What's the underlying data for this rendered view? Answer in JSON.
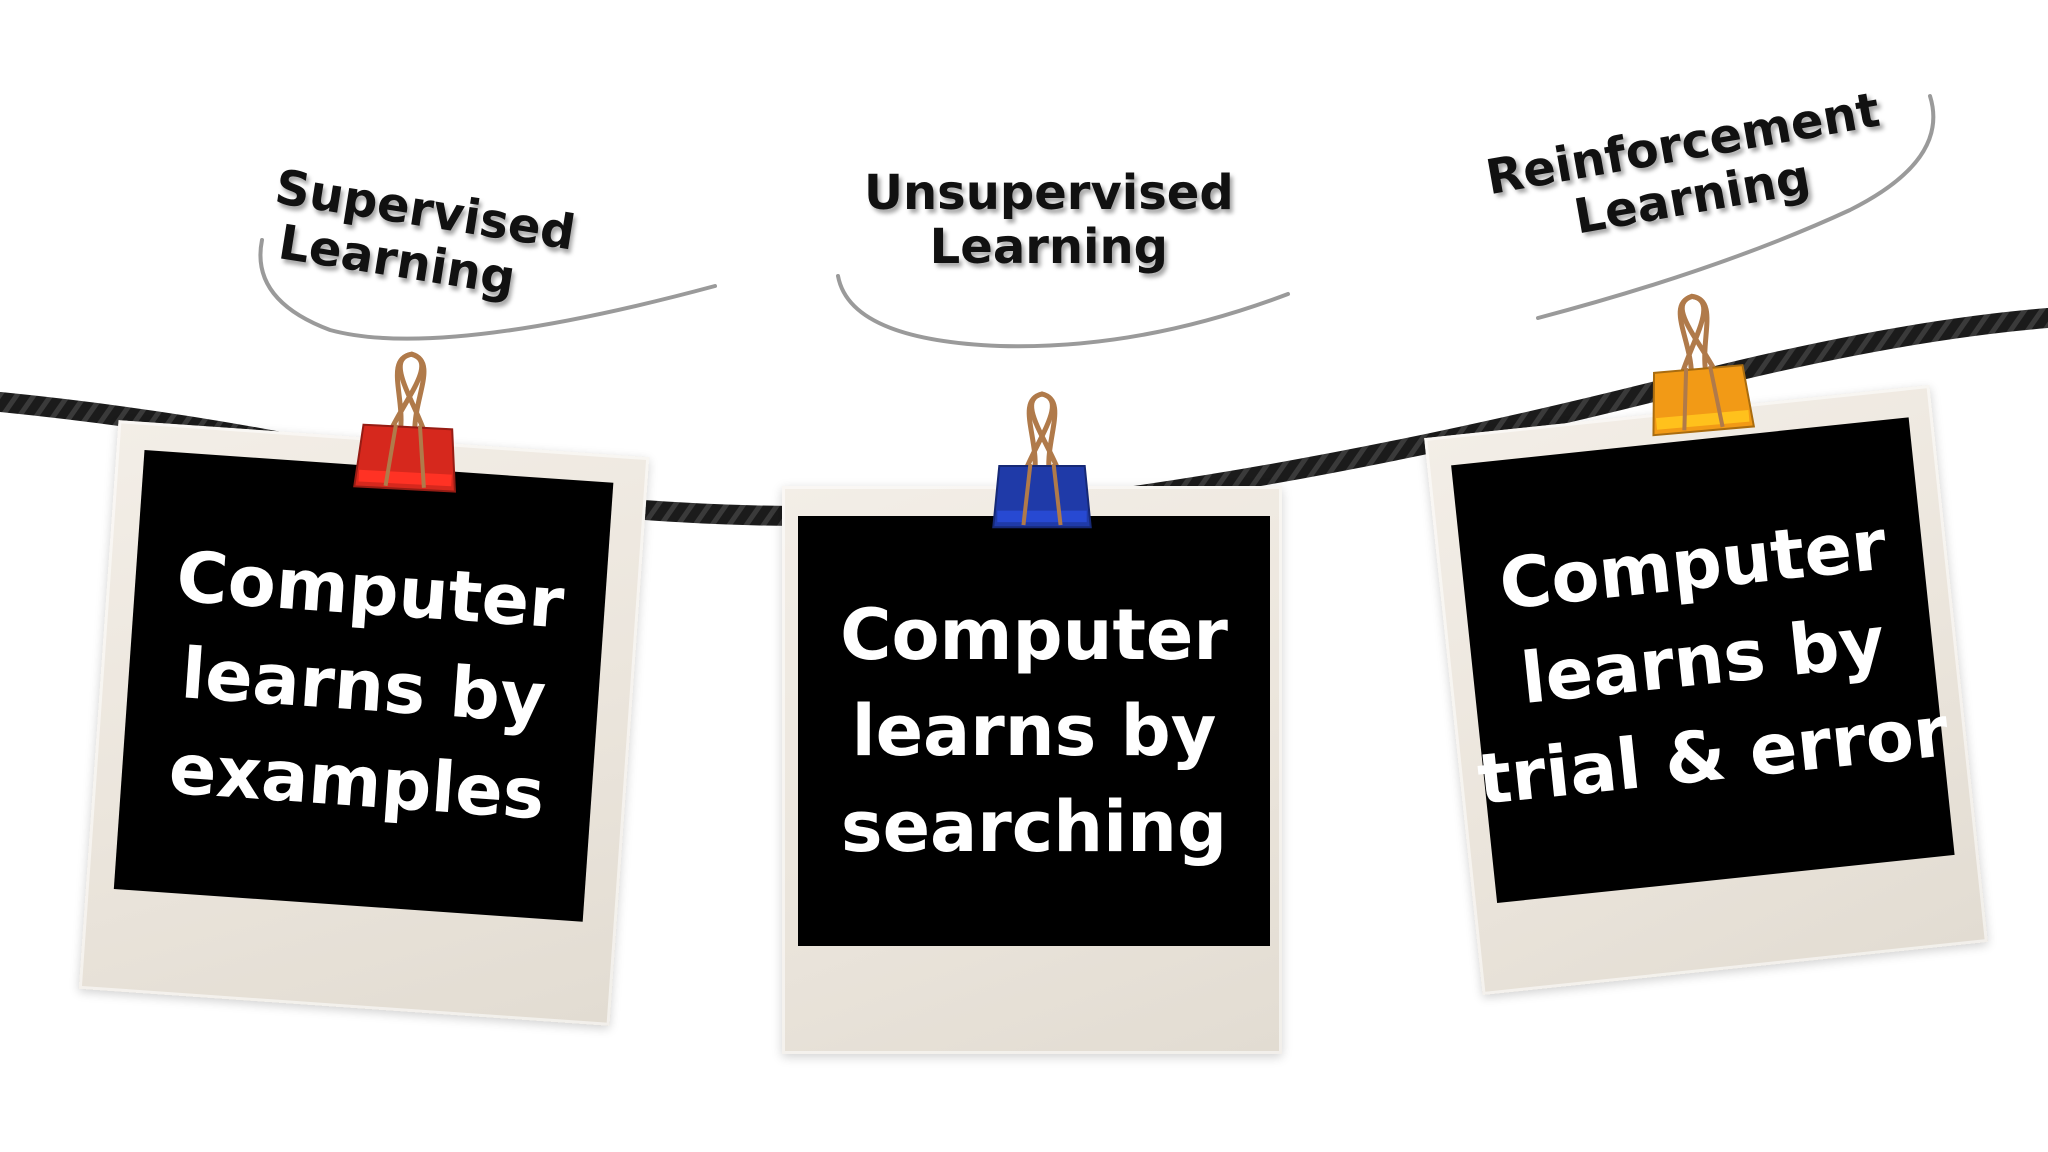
{
  "categories": [
    {
      "heading": [
        "Supervised",
        "Learning"
      ],
      "description": [
        "Computer",
        "learns by",
        "examples"
      ],
      "clip_color": "#d6281d",
      "clip_icon": "binder-clip-icon"
    },
    {
      "heading": [
        "Unsupervised",
        "Learning"
      ],
      "description": [
        "Computer",
        "learns by",
        "searching"
      ],
      "clip_color": "#1f3aa8",
      "clip_icon": "binder-clip-icon"
    },
    {
      "heading": [
        "Reinforcement",
        "Learning"
      ],
      "description": [
        "Computer",
        "learns by",
        "trial & error"
      ],
      "clip_color": "#f29a16",
      "clip_icon": "binder-clip-icon"
    }
  ],
  "colors": {
    "rope": "#1a1a1a",
    "underline": "#9a9a9a",
    "photo_background": "#000000",
    "photo_text": "#ffffff",
    "clip_wire": "#b07a4a"
  }
}
